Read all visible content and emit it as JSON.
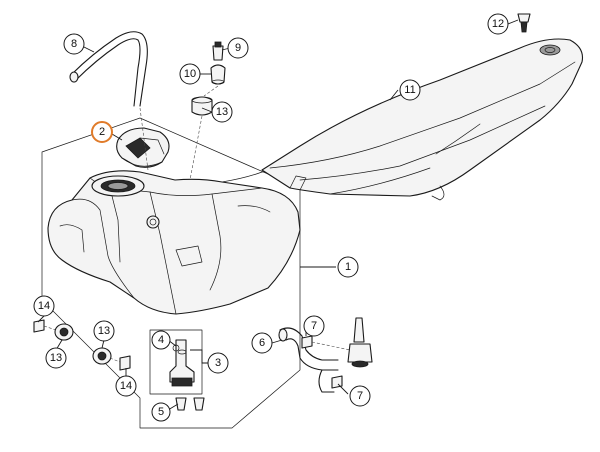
{
  "callouts": [
    {
      "id": "c1",
      "label": "1"
    },
    {
      "id": "c2",
      "label": "2",
      "highlighted": true
    },
    {
      "id": "c3",
      "label": "3"
    },
    {
      "id": "c4",
      "label": "4"
    },
    {
      "id": "c5",
      "label": "5"
    },
    {
      "id": "c6",
      "label": "6"
    },
    {
      "id": "c7a",
      "label": "7"
    },
    {
      "id": "c7b",
      "label": "7"
    },
    {
      "id": "c8",
      "label": "8"
    },
    {
      "id": "c9",
      "label": "9"
    },
    {
      "id": "c10",
      "label": "10"
    },
    {
      "id": "c11",
      "label": "11"
    },
    {
      "id": "c12",
      "label": "12"
    },
    {
      "id": "c13a",
      "label": "13"
    },
    {
      "id": "c13b",
      "label": "13"
    },
    {
      "id": "c13c",
      "label": "13"
    },
    {
      "id": "c14a",
      "label": "14"
    },
    {
      "id": "c14b",
      "label": "14"
    }
  ],
  "colors": {
    "line": "#1a1a1a",
    "highlight": "#e07b2a",
    "background": "#ffffff"
  }
}
